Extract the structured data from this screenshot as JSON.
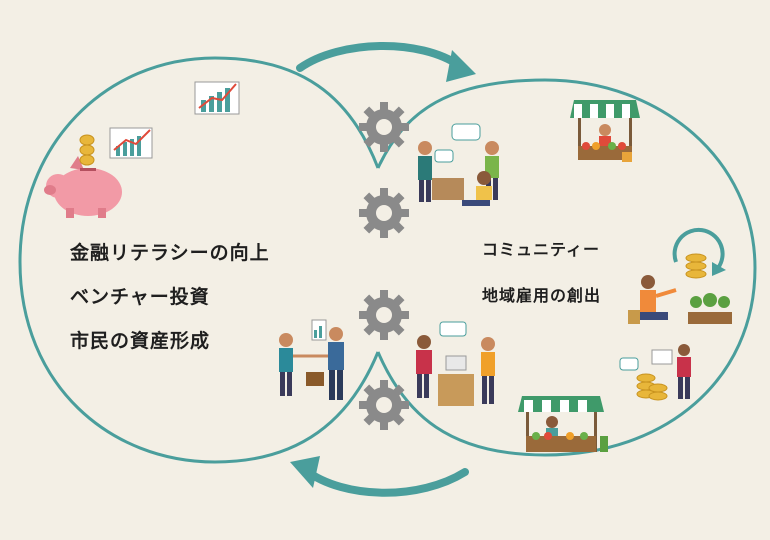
{
  "colors": {
    "background": "#f3efe5",
    "loop_stroke": "#4a9e9c",
    "arrow": "#4a9e9c",
    "gear": "#8a8a8a",
    "text": "#1f1f1f"
  },
  "left_circle": {
    "items": [
      "金融リテラシーの向上",
      "ベンチャー投資",
      "市民の資産形成"
    ]
  },
  "right_circle": {
    "items": [
      "コミュニティー",
      "地域雇用の創出"
    ]
  },
  "icons": [
    "piggy-bank-icon",
    "coin-stack-icon",
    "growth-chart-icon",
    "trend-chart-icon",
    "gear-icon",
    "people-discussion-icon",
    "market-stall-icon",
    "coin-cycle-icon",
    "seedling-trays-icon",
    "investor-handshake-icon",
    "shop-counter-icon",
    "phone-user-icon"
  ]
}
